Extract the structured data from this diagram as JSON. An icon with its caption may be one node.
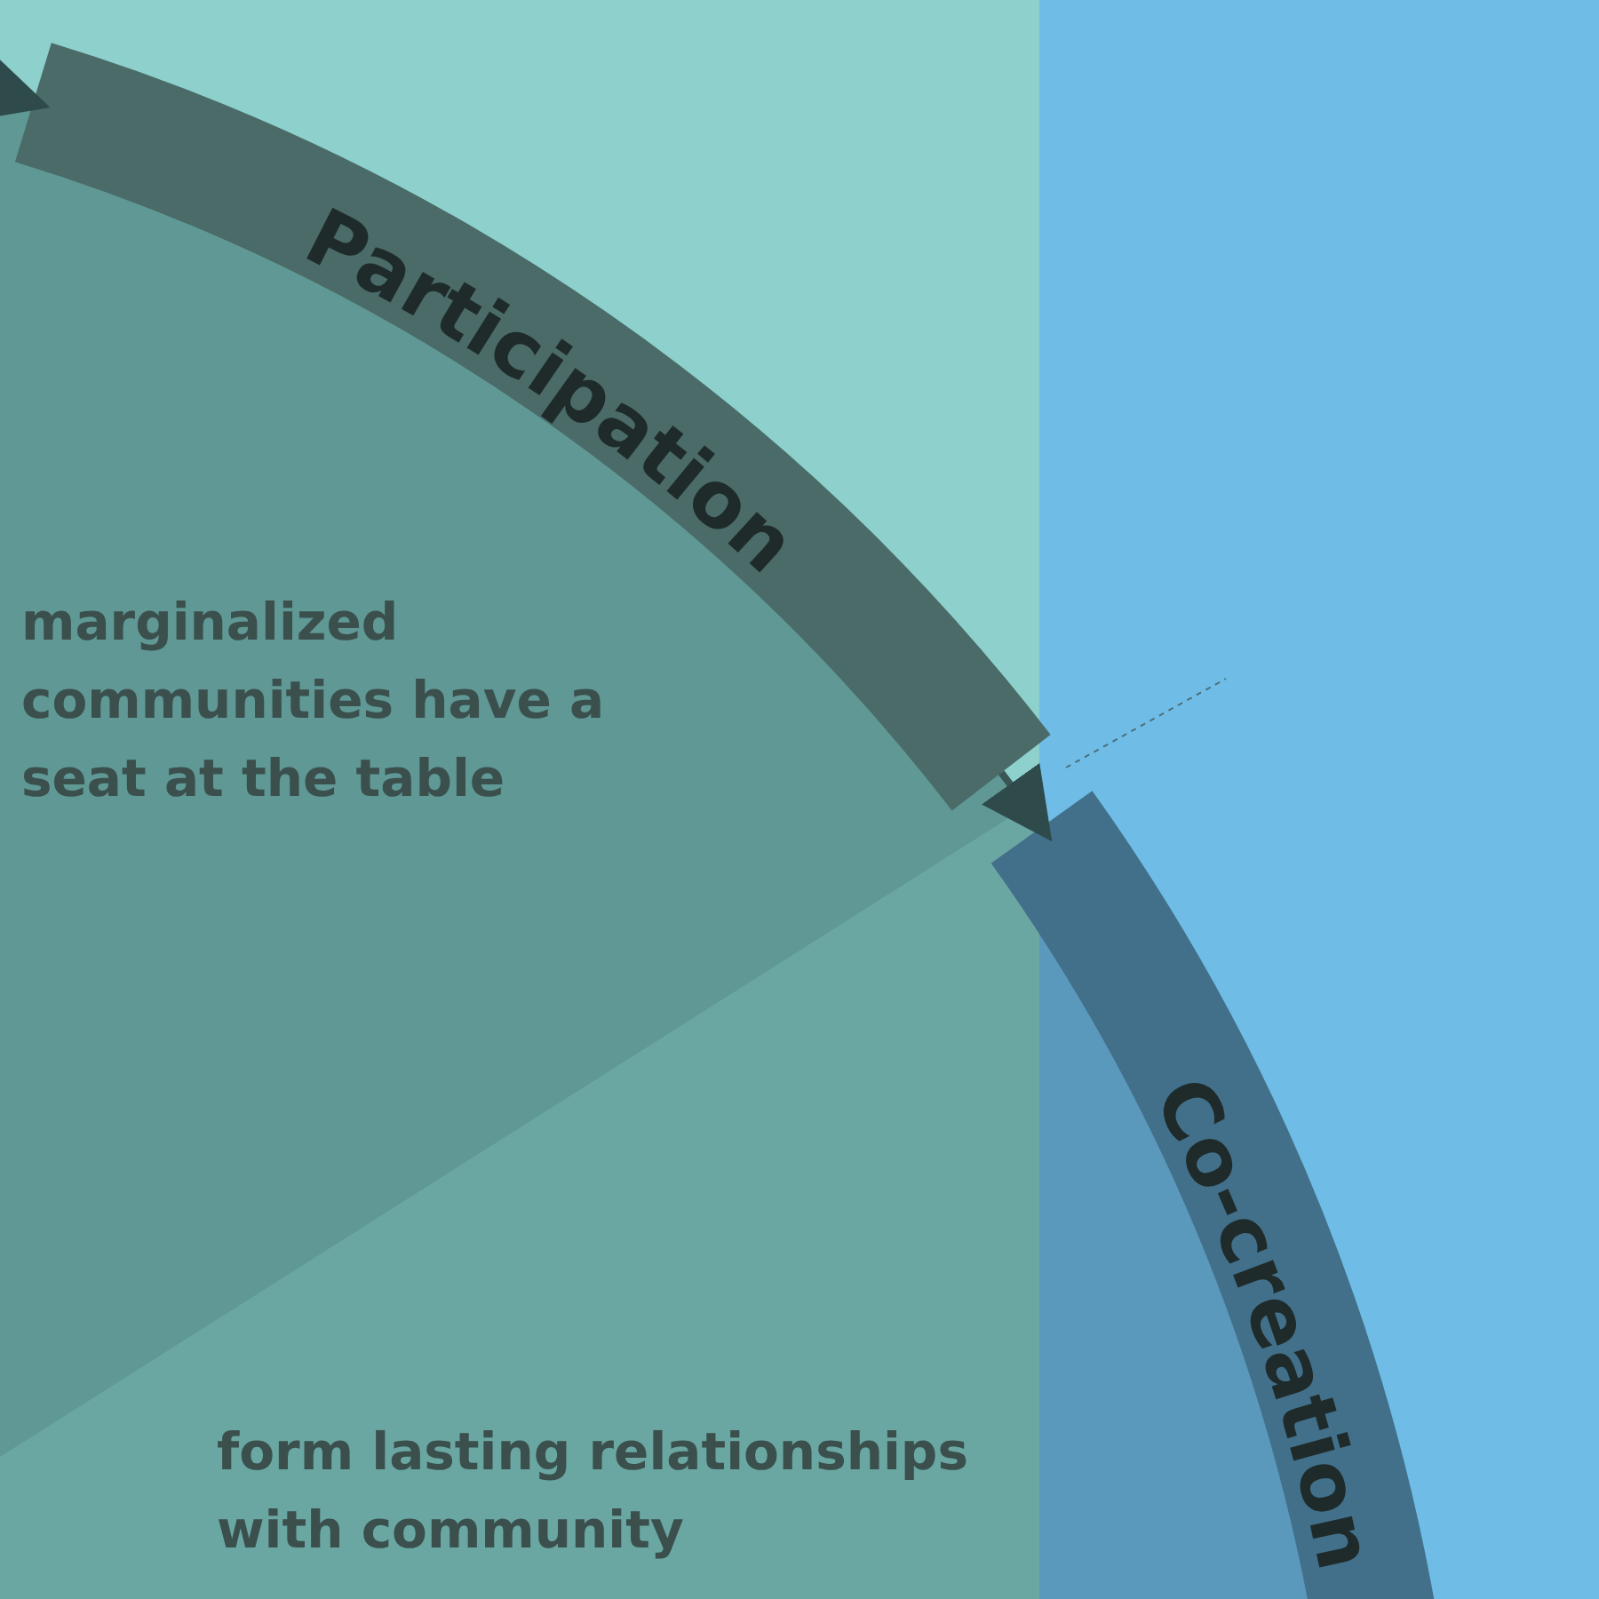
{
  "diagram": {
    "nodes": [
      {
        "text": [
          "Participation"
        ]
      },
      {
        "text": [
          "Co-creation"
        ]
      }
    ],
    "edges": [
      {
        "from": null,
        "to": 0,
        "arrow": "to"
      },
      {
        "from": 0,
        "to": 1,
        "arrow": "to"
      }
    ],
    "labels": [
      "marginalized communities have a seat at the table",
      "form lasting relationships with community"
    ]
  }
}
